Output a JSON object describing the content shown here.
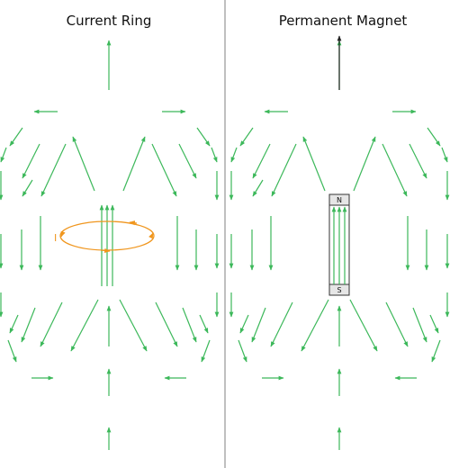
{
  "panels": {
    "left": {
      "title": "Current Ring",
      "current_label": "I"
    },
    "right": {
      "title": "Permanent Magnet",
      "north_label": "N",
      "south_label": "S"
    }
  },
  "colors": {
    "field_arrow": "#3cb85a",
    "current": "#f0961e",
    "divider": "#aaaaaa",
    "magnet_outline": "#333333",
    "pole_fill": "#e6e6e6"
  }
}
